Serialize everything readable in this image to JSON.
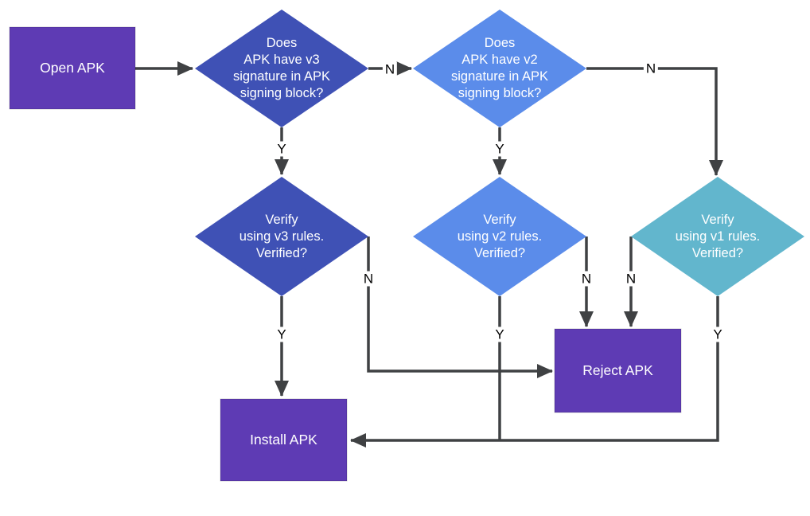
{
  "diagram": {
    "description": "APK signature verification flowchart",
    "colors": {
      "process_fill": "#5e3bb4",
      "decision_v3_fill": "#3f51b5",
      "decision_v2_fill": "#5b8cea",
      "decision_v1_fill": "#62b6cd",
      "connector": "#3f4143",
      "node_text": "#ffffff",
      "edge_label_text": "#000000",
      "background": "#ffffff"
    },
    "nodes": {
      "open_apk": {
        "type": "process",
        "label": "Open APK"
      },
      "check_v3": {
        "type": "decision",
        "label": "Does\nAPK have v3\nsignature in APK\nsigning block?"
      },
      "check_v2": {
        "type": "decision",
        "label": "Does\nAPK have v2\nsignature in APK\nsigning block?"
      },
      "verify_v3": {
        "type": "decision",
        "label": "Verify\nusing v3 rules.\nVerified?"
      },
      "verify_v2": {
        "type": "decision",
        "label": "Verify\nusing v2 rules.\nVerified?"
      },
      "verify_v1": {
        "type": "decision",
        "label": "Verify\nusing v1 rules.\nVerified?"
      },
      "reject_apk": {
        "type": "process",
        "label": "Reject APK"
      },
      "install_apk": {
        "type": "process",
        "label": "Install APK"
      }
    },
    "edges": [
      {
        "from": "open_apk",
        "to": "check_v3",
        "label": ""
      },
      {
        "from": "check_v3",
        "to": "check_v2",
        "label": "N"
      },
      {
        "from": "check_v3",
        "to": "verify_v3",
        "label": "Y"
      },
      {
        "from": "check_v2",
        "to": "verify_v2",
        "label": "Y"
      },
      {
        "from": "check_v2",
        "to": "verify_v1",
        "label": "N"
      },
      {
        "from": "verify_v3",
        "to": "install_apk",
        "label": "Y"
      },
      {
        "from": "verify_v3",
        "to": "reject_apk",
        "label": "N"
      },
      {
        "from": "verify_v2",
        "to": "reject_apk",
        "label": "N"
      },
      {
        "from": "verify_v2",
        "to": "install_apk",
        "label": "Y"
      },
      {
        "from": "verify_v1",
        "to": "reject_apk",
        "label": "N"
      },
      {
        "from": "verify_v1",
        "to": "install_apk",
        "label": "Y"
      }
    ]
  }
}
